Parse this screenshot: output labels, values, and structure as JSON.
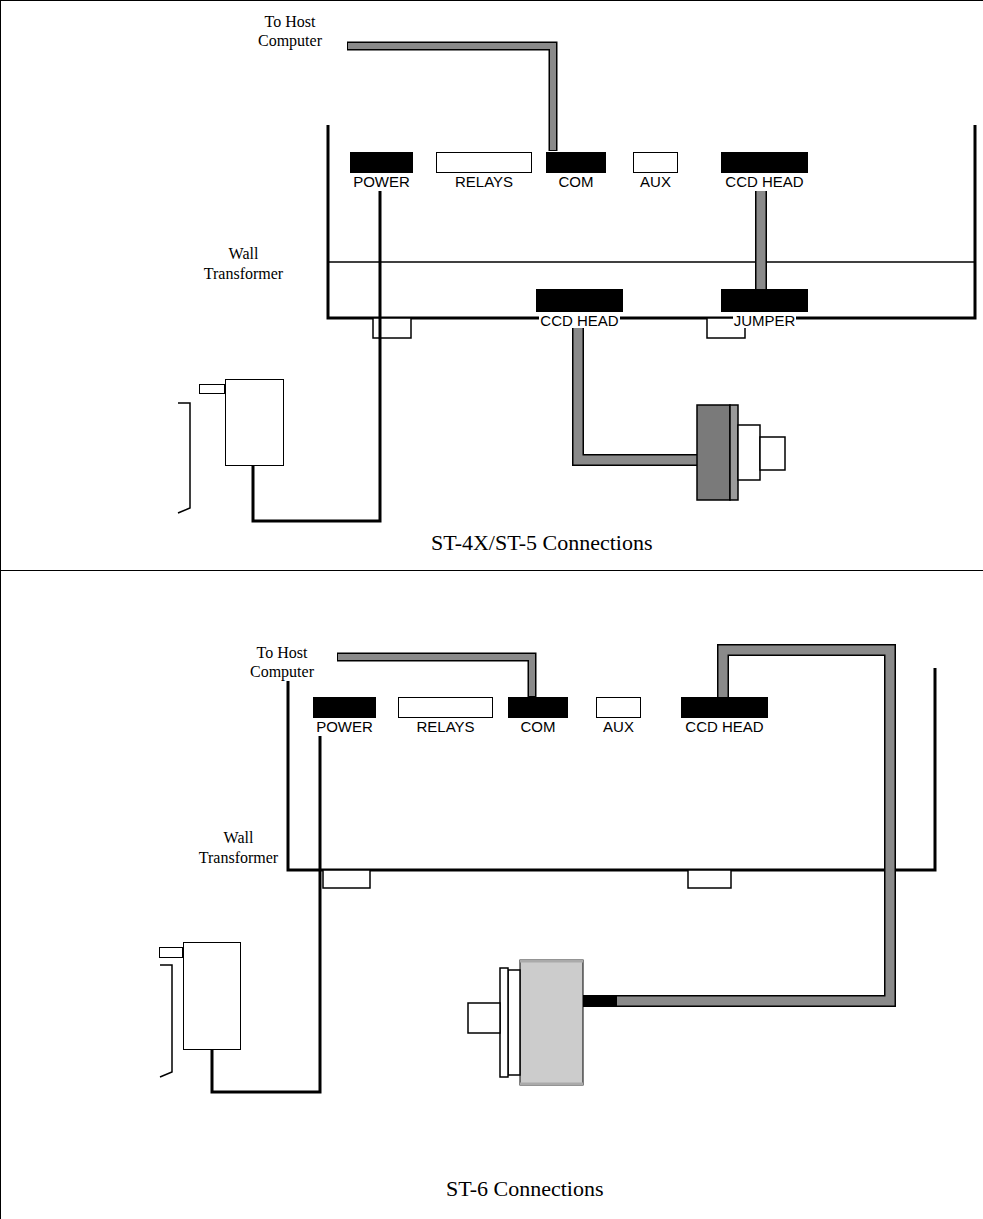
{
  "diagram": {
    "nodes": [
      {
        "text": [
          "ST-4X/ST-5 Connections"
        ]
      },
      {
        "text": [
          "POWER"
        ],
        "in": 0
      },
      {
        "text": [
          "RELAYS"
        ],
        "in": 0
      },
      {
        "text": [
          "COM"
        ],
        "in": 0
      },
      {
        "text": [
          "AUX"
        ],
        "in": 0
      },
      {
        "text": [
          "CCD HEAD"
        ],
        "in": 0
      },
      {
        "text": [
          "CCD HEAD"
        ],
        "in": 0
      },
      {
        "text": [
          "JUMPER"
        ],
        "in": 0
      },
      {
        "text": [
          "Wall Transformer"
        ],
        "in": 0
      },
      {
        "text": [
          "ST-6 Connections"
        ]
      },
      {
        "text": [
          "POWER"
        ],
        "in": 9
      },
      {
        "text": [
          "RELAYS"
        ],
        "in": 9
      },
      {
        "text": [
          "COM"
        ],
        "in": 9
      },
      {
        "text": [
          "AUX"
        ],
        "in": 9
      },
      {
        "text": [
          "CCD HEAD"
        ],
        "in": 9
      },
      {
        "text": [
          "Wall Transformer"
        ],
        "in": 9
      }
    ],
    "edges": [
      {
        "from": 8,
        "to": 1,
        "arrow": "none"
      },
      {
        "from": 7,
        "to": 5,
        "arrow": "none"
      },
      {
        "from": 15,
        "to": 10,
        "arrow": "none"
      }
    ],
    "labels": [
      "To Host Computer",
      "To Host Computer"
    ]
  }
}
